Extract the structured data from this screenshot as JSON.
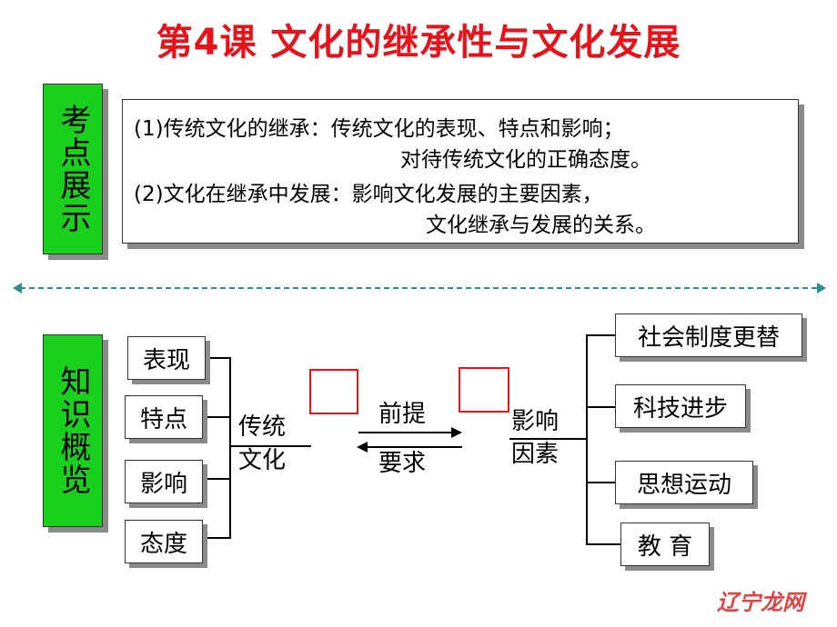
{
  "title": "第4课  文化的继承性与文化发展",
  "exam_points": {
    "label": "考点展示",
    "line1": "(1)传统文化的继承：传统文化的表现、特点和影响；",
    "line2": "对待传统文化的正确态度。",
    "line3": "(2)文化在继承中发展：影响文化发展的主要因素，",
    "line4": "文化继承与发展的关系。"
  },
  "overview": {
    "label": "知识概览",
    "left_items": [
      "表现",
      "特点",
      "影响",
      "态度"
    ],
    "center_left_line1": "传统",
    "center_left_line2": "文化",
    "arrow_top": "前提",
    "arrow_bottom": "要求",
    "center_right_line1": "影响",
    "center_right_line2": "因素",
    "right_items": [
      "社会制度更替",
      "科技进步",
      "思想运动",
      "教 育"
    ]
  },
  "watermark": "辽宁龙网",
  "colors": {
    "title_red": "#e8121b",
    "label_green": "#19d11c",
    "dash_teal": "#2a8f8f"
  }
}
